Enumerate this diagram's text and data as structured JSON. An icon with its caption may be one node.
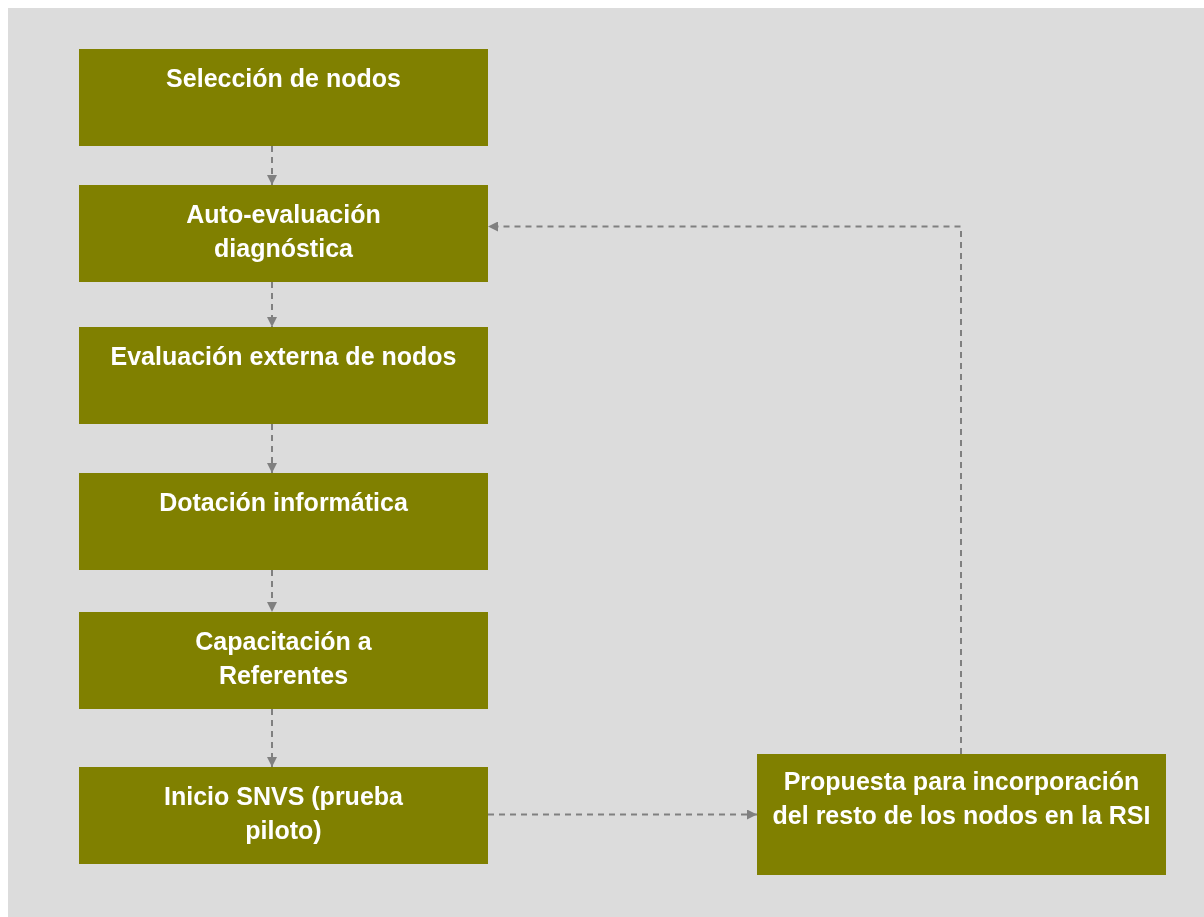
{
  "diagram": {
    "nodes": [
      {
        "text": [
          "Selección de nodos"
        ]
      },
      {
        "text": [
          "Auto-evaluación diagnóstica"
        ]
      },
      {
        "text": [
          "Evaluación externa de nodos"
        ]
      },
      {
        "text": [
          "Dotación informática"
        ]
      },
      {
        "text": [
          "Capacitación a Referentes"
        ]
      },
      {
        "text": [
          "Inicio SNVS (prueba piloto)"
        ]
      },
      {
        "text": [
          "Propuesta para incorporación del resto de los nodos en la RSI"
        ]
      }
    ],
    "edges": [
      {
        "from": 0,
        "to": 1,
        "arrow": "to",
        "style": "dashed"
      },
      {
        "from": 1,
        "to": 2,
        "arrow": "to",
        "style": "dashed"
      },
      {
        "from": 2,
        "to": 3,
        "arrow": "to",
        "style": "dashed"
      },
      {
        "from": 3,
        "to": 4,
        "arrow": "to",
        "style": "dashed"
      },
      {
        "from": 4,
        "to": 5,
        "arrow": "to",
        "style": "dashed"
      },
      {
        "from": 5,
        "to": 6,
        "arrow": "to",
        "style": "dashed"
      },
      {
        "from": 6,
        "to": 1,
        "arrow": "to",
        "style": "dashed"
      }
    ]
  }
}
